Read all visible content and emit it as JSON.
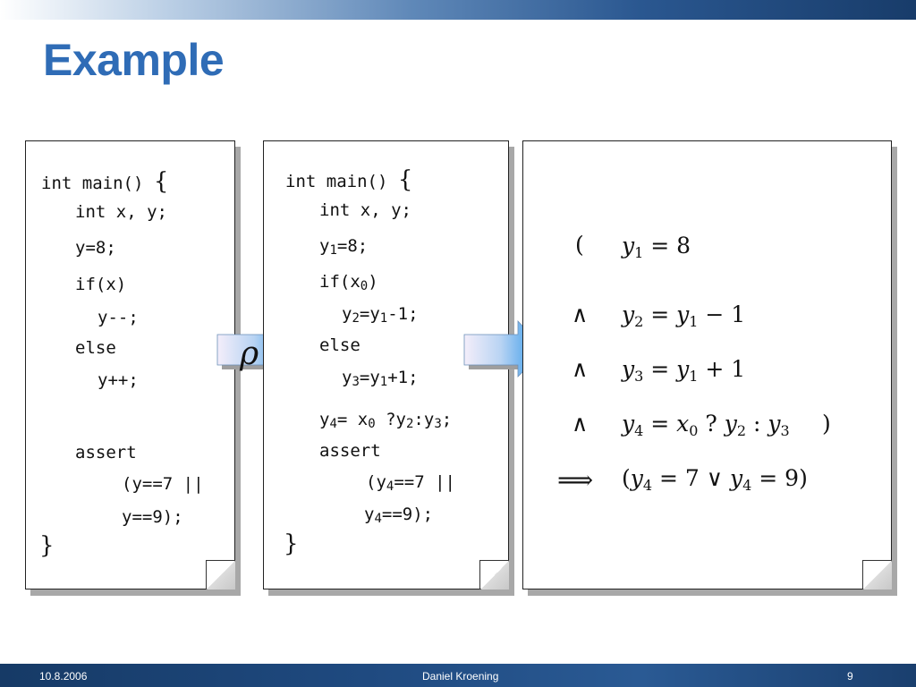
{
  "slide": {
    "title": "Example"
  },
  "program_original": {
    "lines": [
      "int main() ",
      "int x, y;",
      "y=8;",
      "if(x)",
      "y--;",
      "else",
      "y++;",
      "assert",
      "(y==7 ||",
      "y==9);"
    ],
    "open_brace": "{",
    "close_brace": "}"
  },
  "transform_symbol": "ρ",
  "program_ssa": {
    "line0": "int main() ",
    "line1": "int x, y;",
    "y1_assign": {
      "var": "y",
      "sub": "1",
      "rest": "=8;"
    },
    "if_line": {
      "pre": "if(x",
      "sub": "0",
      "post": ")"
    },
    "y2_assign": {
      "var": "y",
      "sub1": "2",
      "mid": "=y",
      "sub2": "1",
      "rest": "-1;"
    },
    "else": "else",
    "y3_assign": {
      "var": "y",
      "sub1": "3",
      "mid": "=y",
      "sub2": "1",
      "rest": "+1;"
    },
    "y4_assign": {
      "a": "y",
      "sa": "4",
      "b": "= x",
      "sb": "0",
      "c": " ?y",
      "sc": "2",
      "d": ":y",
      "sd": "3",
      "e": ";"
    },
    "assert": "assert",
    "assert_l1": {
      "pre": "(y",
      "sub": "4",
      "post": "==7 ||"
    },
    "assert_l2": {
      "pre": "y",
      "sub": "4",
      "post": "==9);"
    },
    "open_brace": "{",
    "close_brace": "}"
  },
  "formula": {
    "open_paren": "(",
    "and": "∧",
    "implies": "⟹",
    "close_paren": ")",
    "c1": {
      "v": "y",
      "s": "1",
      "rhs": " = 8"
    },
    "c2": {
      "v": "y",
      "s": "2",
      "eq": " = ",
      "v2": "y",
      "s2": "1",
      "rhs": " − 1"
    },
    "c3": {
      "v": "y",
      "s": "3",
      "eq": " = ",
      "v2": "y",
      "s2": "1",
      "rhs": " + 1"
    },
    "c4": {
      "v": "y",
      "s": "4",
      "eq": " = ",
      "x": "x",
      "xs": "0",
      "q": " ? ",
      "v2": "y",
      "s2": "2",
      "colon": " : ",
      "v3": "y",
      "s3": "3"
    },
    "c5": {
      "open": "(",
      "v": "y",
      "s": "4",
      "rhs1": " = 7 ∨ ",
      "v2": "y",
      "s2": "4",
      "rhs2": " = 9)"
    }
  },
  "footer": {
    "date": "10.8.2006",
    "author": "Daniel Kroening",
    "page": "9"
  }
}
